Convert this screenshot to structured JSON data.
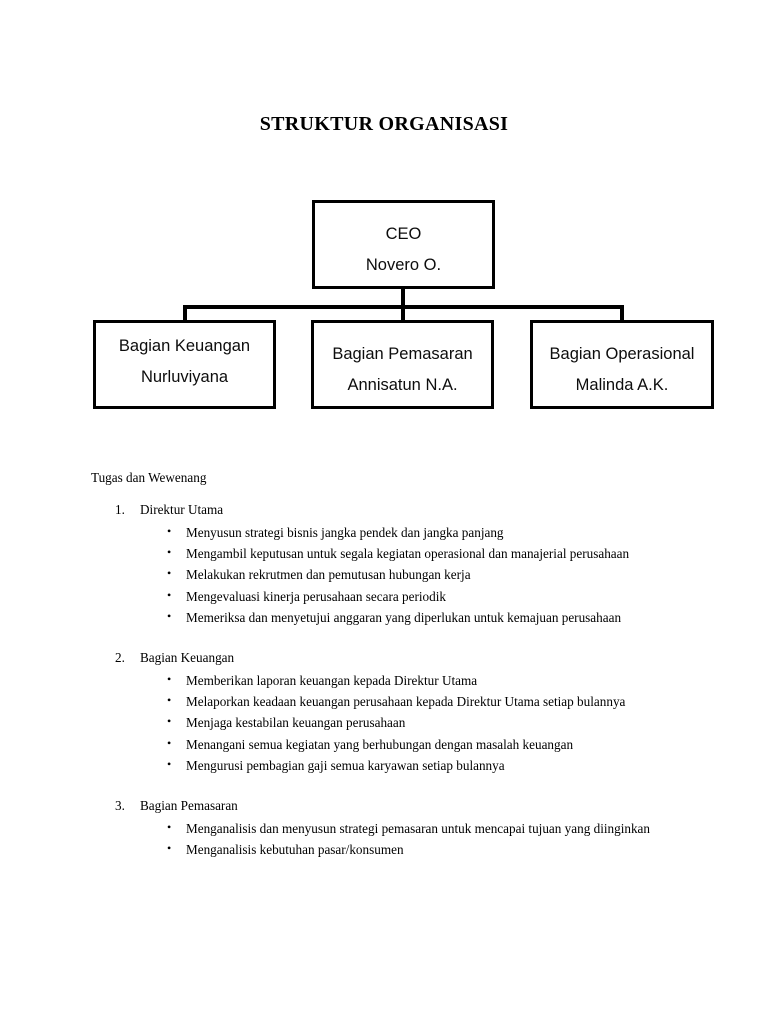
{
  "document": {
    "title": "STRUKTUR ORGANISASI"
  },
  "orgchart": {
    "ceo": {
      "role": "CEO",
      "name": "Novero O."
    },
    "children": [
      {
        "role": "Bagian Keuangan",
        "name": "Nurluviyana"
      },
      {
        "role": "Bagian Pemasaran",
        "name": "Annisatun N.A."
      },
      {
        "role": "Bagian Operasional",
        "name": "Malinda A.K."
      }
    ]
  },
  "body": {
    "heading": "Tugas dan Wewenang",
    "sections": [
      {
        "number": "1.",
        "title": "Direktur Utama",
        "bullets": [
          "Menyusun strategi bisnis jangka pendek dan jangka panjang",
          "Mengambil keputusan untuk segala kegiatan operasional dan manajerial perusahaan",
          "Melakukan rekrutmen dan pemutusan hubungan kerja",
          "Mengevaluasi kinerja perusahaan secara periodik",
          "Memeriksa dan menyetujui anggaran yang diperlukan untuk kemajuan perusahaan"
        ]
      },
      {
        "number": "2.",
        "title": "Bagian Keuangan",
        "bullets": [
          "Memberikan laporan keuangan kepada Direktur Utama",
          "Melaporkan keadaan keuangan perusahaan kepada Direktur Utama setiap bulannya",
          "Menjaga kestabilan keuangan perusahaan",
          "Menangani semua kegiatan yang berhubungan dengan masalah keuangan",
          "Mengurusi pembagian gaji semua karyawan setiap bulannya"
        ]
      },
      {
        "number": "3.",
        "title": "Bagian Pemasaran",
        "bullets": [
          "Menganalisis dan menyusun strategi pemasaran untuk mencapai tujuan yang diinginkan",
          "Menganalisis kebutuhan pasar/konsumen"
        ]
      }
    ]
  }
}
